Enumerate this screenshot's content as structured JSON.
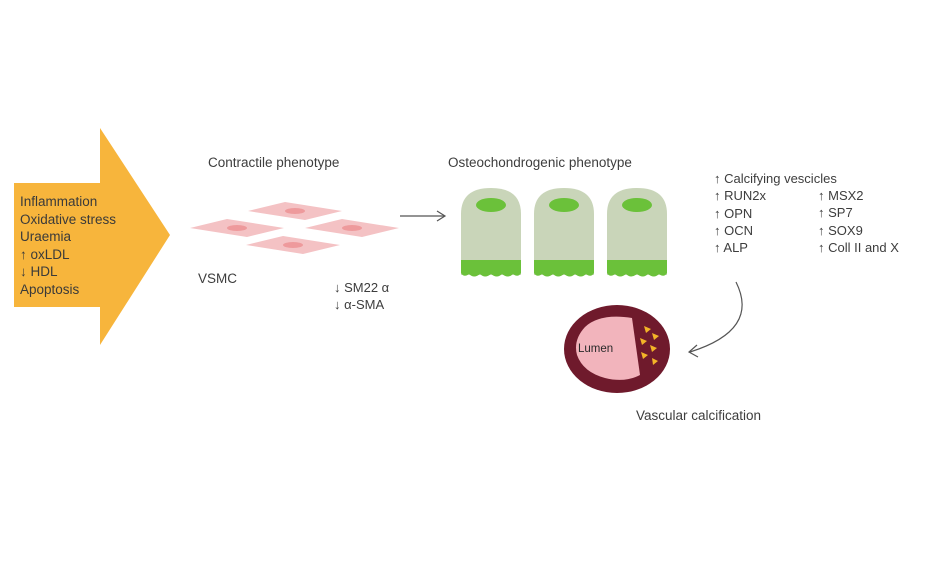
{
  "colors": {
    "arrow_fill": "#f7b53c",
    "vsmc_cell": "#f4c2c4",
    "vsmc_nucleus": "#ee9a9c",
    "osteo_body": "#c9d5b9",
    "osteo_nucleus": "#6bc13a",
    "osteo_base": "#6bc13a",
    "vessel_wall": "#6f1a2c",
    "lumen": "#f2b4bc",
    "calcification": "#f3b428"
  },
  "risk_factors": {
    "items": [
      "Inflammation",
      "Oxidative stress",
      "Uraemia",
      "↑ oxLDL",
      "↓ HDL",
      "Apoptosis"
    ]
  },
  "contractile": {
    "title": "Contractile phenotype",
    "cell_label": "VSMC",
    "markers": [
      "↓ SM22 α",
      "↓ α-SMA"
    ]
  },
  "osteochondrogenic": {
    "title": "Osteochondrogenic phenotype",
    "markers_col1": [
      "↑ Calcifying vescicles",
      "↑ RUN2x",
      "↑ OPN",
      "↑ OCN",
      "↑ ALP"
    ],
    "markers_col2": [
      "↑ MSX2",
      "↑ SP7",
      "↑ SOX9",
      "↑ Coll II and X"
    ]
  },
  "vessel": {
    "lumen_label": "Lumen",
    "caption": "Vascular calcification"
  }
}
